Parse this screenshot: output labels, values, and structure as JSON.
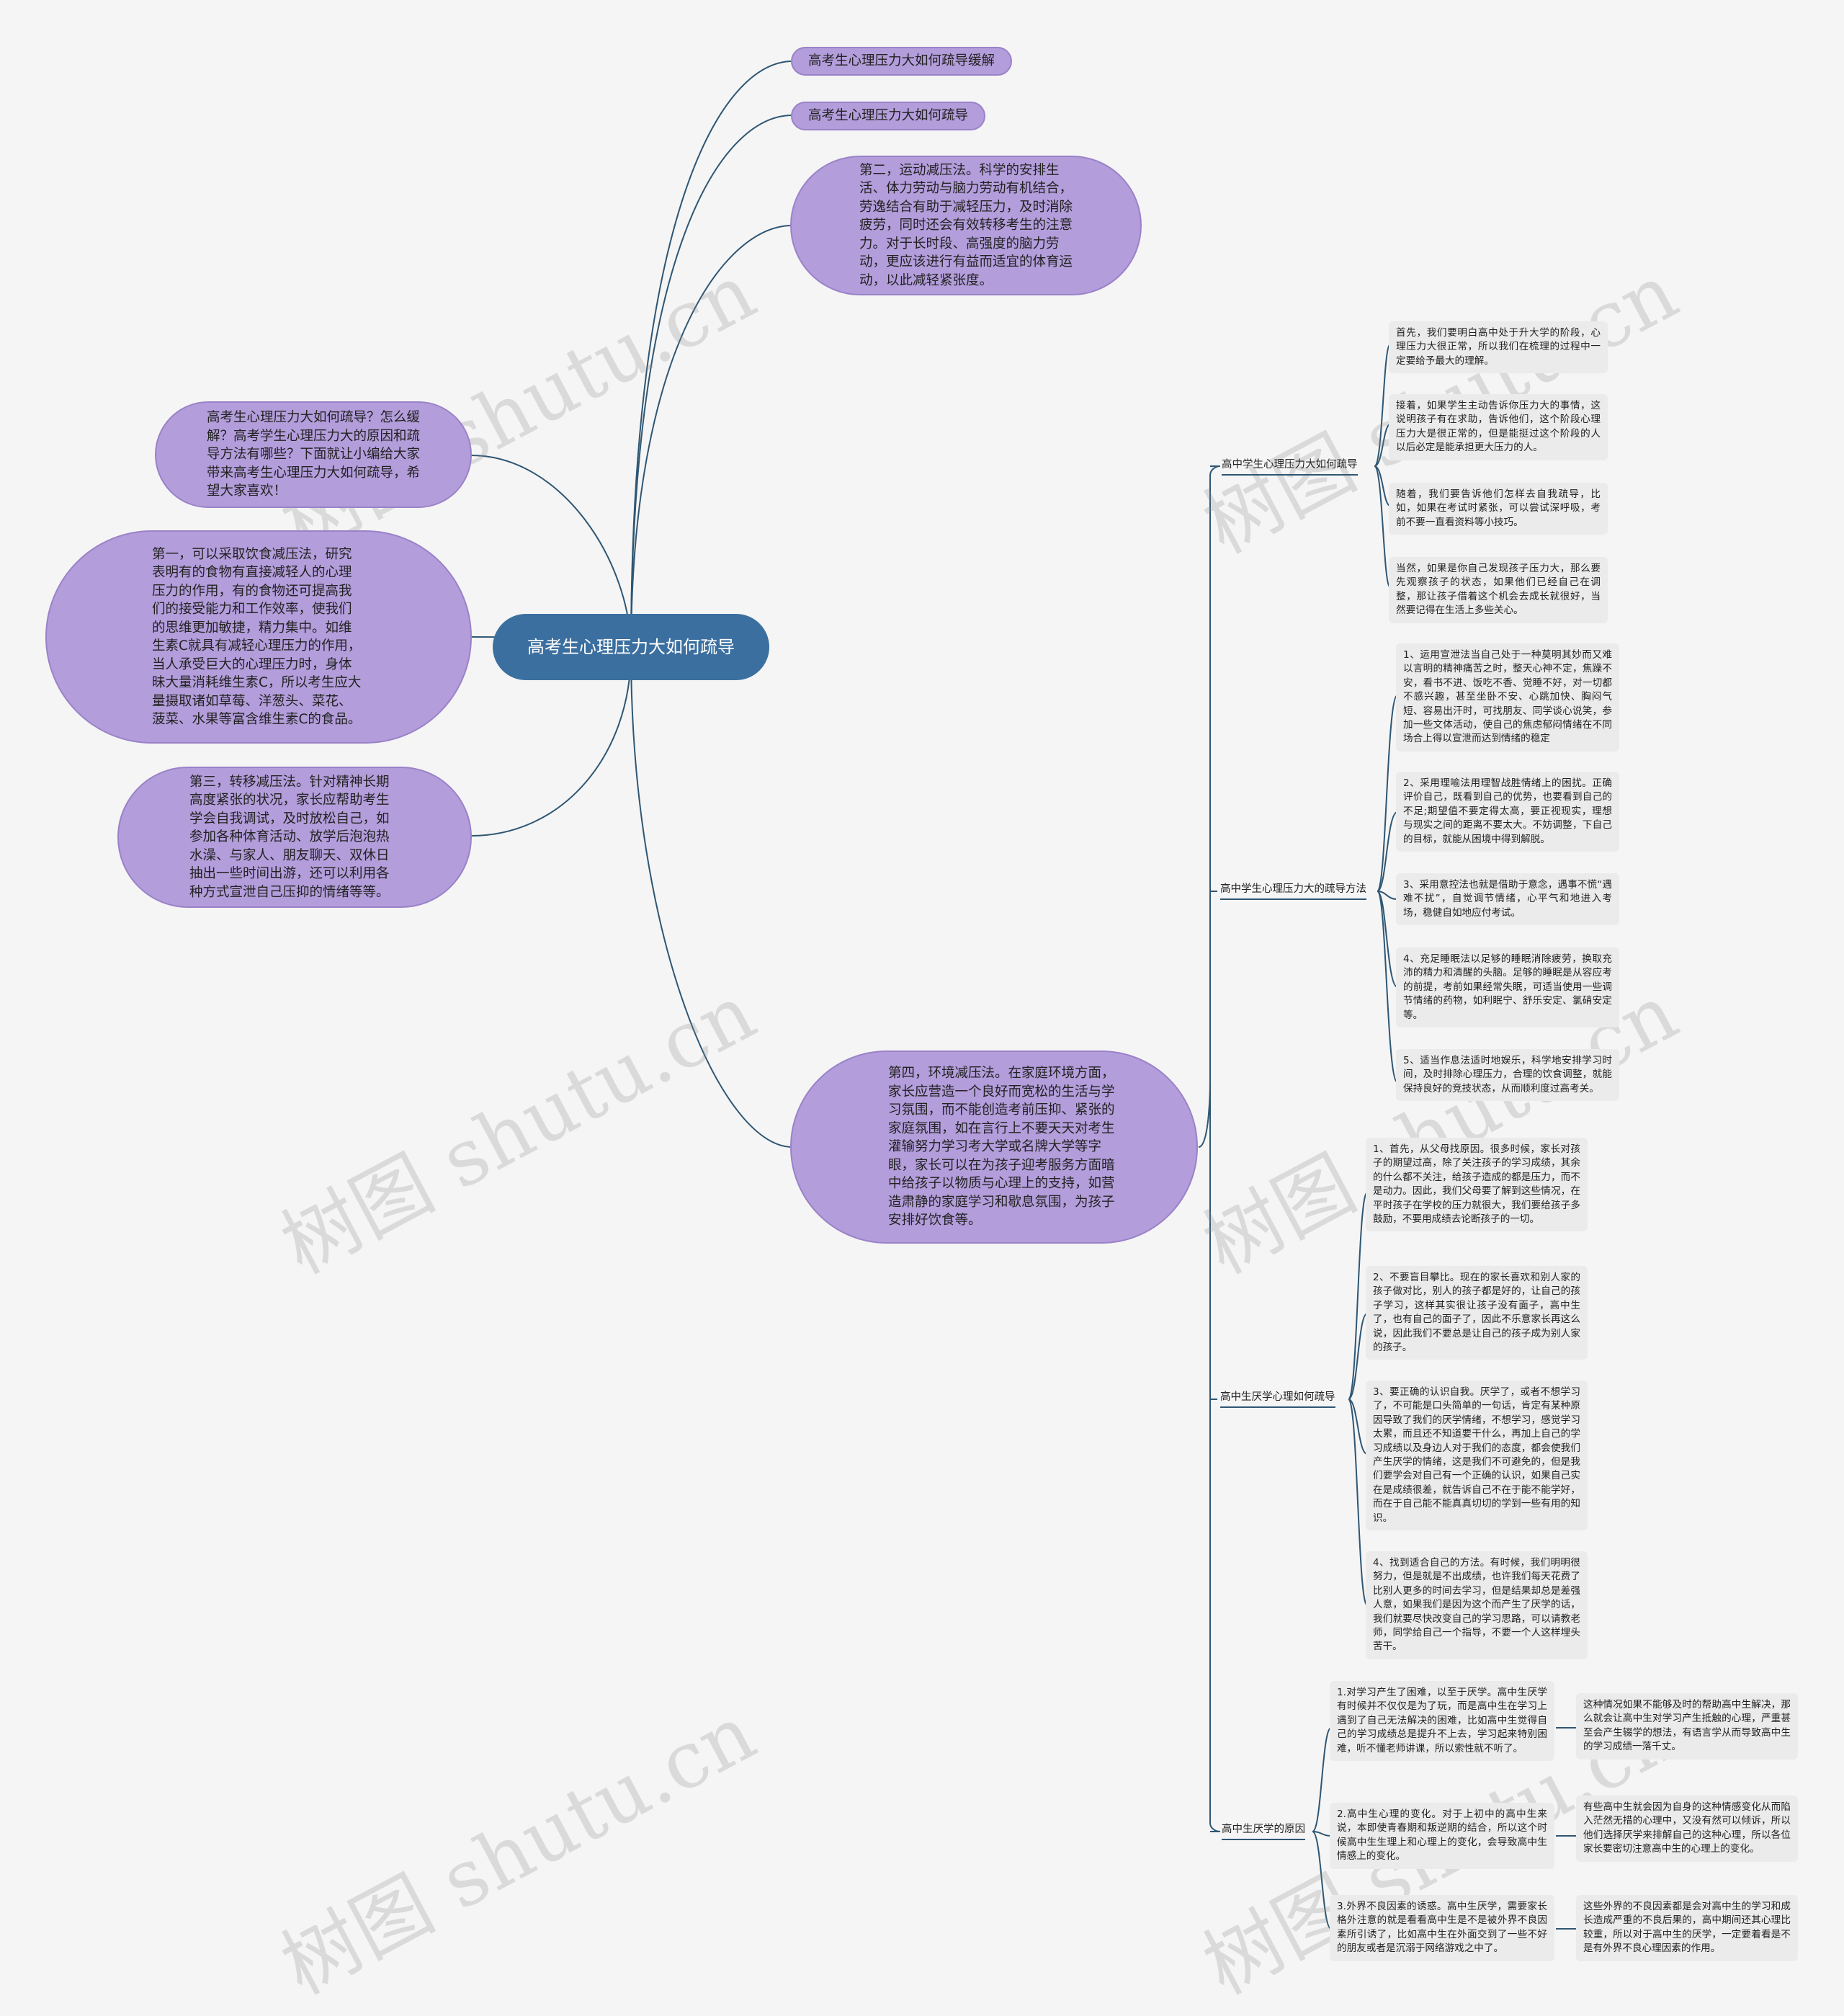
{
  "watermark": "树图 shutu.cn",
  "center": "高考生心理压力大如何疏导",
  "top_pills": [
    "高考生心理压力大如何疏导缓解",
    "高考生心理压力大如何疏导"
  ],
  "main_nodes": {
    "second": "第二，运动减压法。科学的安排生活、体力劳动与脑力劳动有机结合，劳逸结合有助于减轻压力，及时消除疲劳，同时还会有效转移考生的注意力。对于长时段、高强度的脑力劳动，更应该进行有益而适宜的体育运动，以此减轻紧张度。",
    "intro": "高考生心理压力大如何疏导？怎么缓解？高考学生心理压力大的原因和疏导方法有哪些？下面就让小编给大家带来高考生心理压力大如何疏导，希望大家喜欢！",
    "first": "第一，可以采取饮食减压法，研究表明有的食物有直接减轻人的心理压力的作用，有的食物还可提高我们的接受能力和工作效率，使我们的思维更加敏捷，精力集中。如维生素C就具有减轻心理压力的作用，当人承受巨大的心理压力时，身体昧大量消耗维生素C，所以考生应大量摄取诸如草莓、洋葱头、菜花、菠菜、水果等富含维生素C的食品。",
    "third": "第三，转移减压法。针对精神长期高度紧张的状况，家长应帮助考生学会自我调试，及时放松自己，如参加各种体育活动、放学后泡泡热水澡、与家人、朋友聊天、双休日抽出一些时间出游，还可以利用各种方式宣泄自己压抑的情绪等等。",
    "fourth": "第四，环境减压法。在家庭环境方面，家长应营造一个良好而宽松的生活与学习氛围，而不能创造考前压抑、紧张的家庭氛围，如在言行上不要天天对考生灌输努力学习考大学或名牌大学等字眼，家长可以在为孩子迎考服务方面暗中给孩子以物质与心理上的支持，如营造肃静的家庭学习和歇息氛围，为孩子安排好饮食等。"
  },
  "branches": [
    {
      "label": "高中学生心理压力大如何疏导",
      "leaves": [
        "首先，我们要明白高中处于升大学的阶段，心理压力大很正常，所以我们在梳理的过程中一定要给予最大的理解。",
        "接着，如果学生主动告诉你压力大的事情，这说明孩子有在求助，告诉他们，这个阶段心理压力大是很正常的，但是能挺过这个阶段的人以后必定是能承担更大压力的人。",
        "随着，我们要告诉他们怎样去自我疏导，比如，如果在考试时紧张，可以尝试深呼吸，考前不要一直看资料等小技巧。",
        "当然，如果是你自己发现孩子压力大，那么要先观察孩子的状态，如果他们已经自己在调整，那让孩子借着这个机会去成长就很好，当然要记得在生活上多些关心。"
      ]
    },
    {
      "label": "高中学生心理压力大的疏导方法",
      "leaves": [
        "1、运用宣泄法当自己处于一种莫明其妙而又难以言明的精神痛苦之时，整天心神不定，焦躁不安，看书不进、饭吃不香、觉睡不好，对一切都不感兴趣，甚至坐卧不安、心跳加快、胸闷气短、容易出汗时，可找朋友、同学谈心说笑，参加一些文体活动，使自己的焦虑郁闷情绪在不同场合上得以宣泄而达到情绪的稳定",
        "2、采用理喻法用理智战胜情绪上的困扰。正确评价自己，既看到自己的优势，也要看到自己的不足;期望值不要定得太高，要正视现实，理想与现实之间的距离不要太大。不妨调整，下自己的目标，就能从困境中得到解脱。",
        "3、采用意控法也就是借助于意念，遇事不慌“遇难不扰”，自觉调节情绪，心平气和地进入考场，稳健自如地应付考试。",
        "4、充足睡眠法以足够的睡眠消除疲劳，换取充沛的精力和清醒的头脑。足够的睡眠是从容应考的前提，考前如果经常失眠，可适当使用一些调节情绪的药物，如利眠宁、舒乐安定、氯硝安定等。",
        "5、适当作息法适时地娱乐，科学地安排学习时间，及时排除心理压力，合理的饮食调整，就能保持良好的竞技状态，从而顺利度过高考关。"
      ]
    },
    {
      "label": "高中生厌学心理如何疏导",
      "leaves": [
        "1、首先，从父母找原因。很多时候，家长对孩子的期望过高，除了关注孩子的学习成绩，其余的什么都不关注，给孩子造成的都是压力，而不是动力。因此，我们父母要了解到这些情况，在平时孩子在学校的压力就很大，我们要给孩子多鼓励，不要用成绩去论断孩子的一切。",
        "2、不要盲目攀比。现在的家长喜欢和别人家的孩子做对比，别人的孩子都是好的，让自己的孩子学习，这样其实很让孩子没有面子，高中生了，也有自己的面子了，因此不乐意家长再这么说，因此我们不要总是让自己的孩子成为别人家的孩子。",
        "3、要正确的认识自我。厌学了，或者不想学习了，不可能是口头简单的一句话，肯定有某种原因导致了我们的厌学情绪，不想学习，感觉学习太累，而且还不知道要干什么，再加上自己的学习成绩以及身边人对于我们的态度，都会使我们产生厌学的情绪，这是我们不可避免的，但是我们要学会对自己有一个正确的认识，如果自己实在是成绩很差，就告诉自己不在于能不能学好，而在于自己能不能真真切切的学到一些有用的知识。",
        "4、找到适合自己的方法。有时候，我们明明很努力，但是就是不出成绩，也许我们每天花费了比别人更多的时间去学习，但是结果却总是差强人意，如果我们是因为这个而产生了厌学的话，我们就要尽快改变自己的学习思路，可以请教老师，同学给自己一个指导，不要一个人这样埋头苦干。"
      ]
    },
    {
      "label": "高中生厌学的原因",
      "pairs": [
        {
          "cause": "1.对学习产生了困难，以至于厌学。高中生厌学有时候并不仅仅是为了玩，而是高中生在学习上遇到了自己无法解决的困难，比如高中生觉得自己的学习成绩总是提升不上去，学习起来特别困难，听不懂老师讲课，所以索性就不听了。",
          "effect": "这种情况如果不能够及时的帮助高中生解决，那么就会让高中生对学习产生抵触的心理，严重甚至会产生辍学的想法，有语言学从而导致高中生的学习成绩一落千丈。"
        },
        {
          "cause": "2.高中生心理的变化。对于上初中的高中生来说，本即使青春期和叛逆期的结合，所以这个时候高中生生理上和心理上的变化，会导致高中生情感上的变化。",
          "effect": "有些高中生就会因为自身的这种情感变化从而陷入茫然无措的心理中，又没有然可以倾诉，所以他们选择厌学来排解自己的这种心理，所以各位家长要密切注意高中生的心理上的变化。"
        },
        {
          "cause": "3.外界不良因素的诱惑。高中生厌学，需要家长格外注意的就是看看高中生是不是被外界不良因素所引诱了，比如高中生在外面交到了一些不好的朋友或者是沉溺于网络游戏之中了。",
          "effect": "这些外界的不良因素都是会对高中生的学习和成长造成严重的不良后果的，高中期间还其心理比较重，所以对于高中生的厌学，一定要着看是不是有外界不良心理因素的作用。"
        }
      ]
    }
  ]
}
